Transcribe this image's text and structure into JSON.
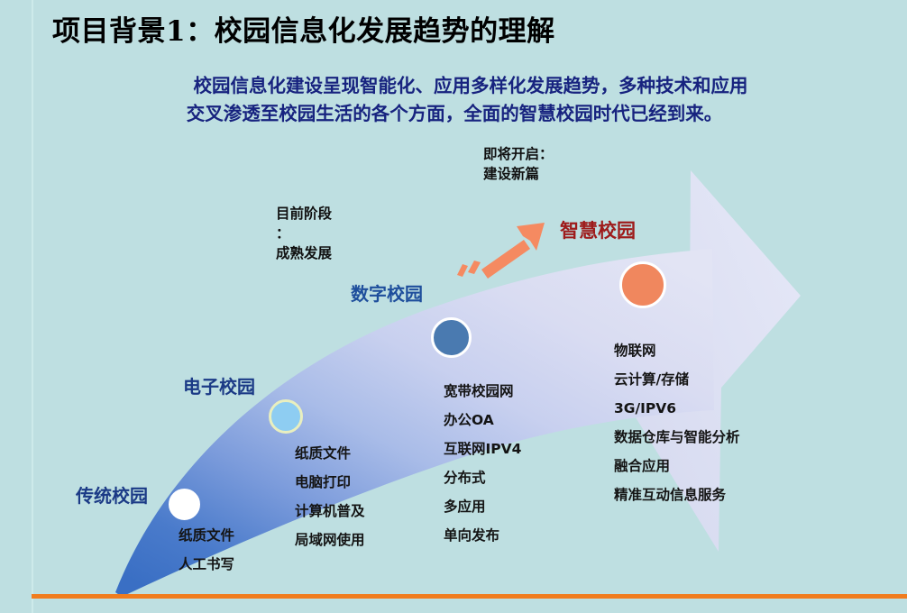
{
  "slide": {
    "title": "项目背景1：校园信息化发展趋势的理解",
    "subtitle_line1": "校园信息化建设呈现智能化、应用多样化发展趋势，多种技术和应用",
    "subtitle_line2": "交叉渗透至校园生活的各个方面，全面的智慧校园时代已经到来。"
  },
  "colors": {
    "background": "#bedfe1",
    "title_text": "#000000",
    "subtitle_text": "#17237f",
    "bottom_rule": "#f07c1e",
    "stage_blue": "#1b3a86",
    "stage_red": "#9e1b1b",
    "arrow_start": "#3a6fc4",
    "arrow_end": "#dfe2f2",
    "orange_arrow": "#f58a61",
    "node_traditional": "#ffffff",
    "node_electronic": "#8ecdf2",
    "node_digital": "#4a7ab0",
    "node_smart": "#f0875e"
  },
  "annotations": {
    "current_stage": [
      "目前阶段",
      "：",
      "成熟发展"
    ],
    "future_stage": [
      "即将开启：",
      "建设新篇"
    ]
  },
  "stages": [
    {
      "key": "traditional",
      "label": "传统校园",
      "features": [
        "纸质文件",
        "人工书写"
      ]
    },
    {
      "key": "electronic",
      "label": "电子校园",
      "features": [
        "纸质文件",
        "电脑打印",
        "计算机普及",
        "局域网使用"
      ]
    },
    {
      "key": "digital",
      "label": "数字校园",
      "features": [
        "宽带校园网",
        "办公OA",
        "互联网IPV4",
        "分布式",
        "多应用",
        "单向发布"
      ]
    },
    {
      "key": "smart",
      "label": "智慧校园",
      "features": [
        "物联网",
        "云计算/存储",
        "3G/IPV6",
        "数据仓库与智能分析",
        "融合应用",
        "精准互动信息服务"
      ]
    }
  ]
}
